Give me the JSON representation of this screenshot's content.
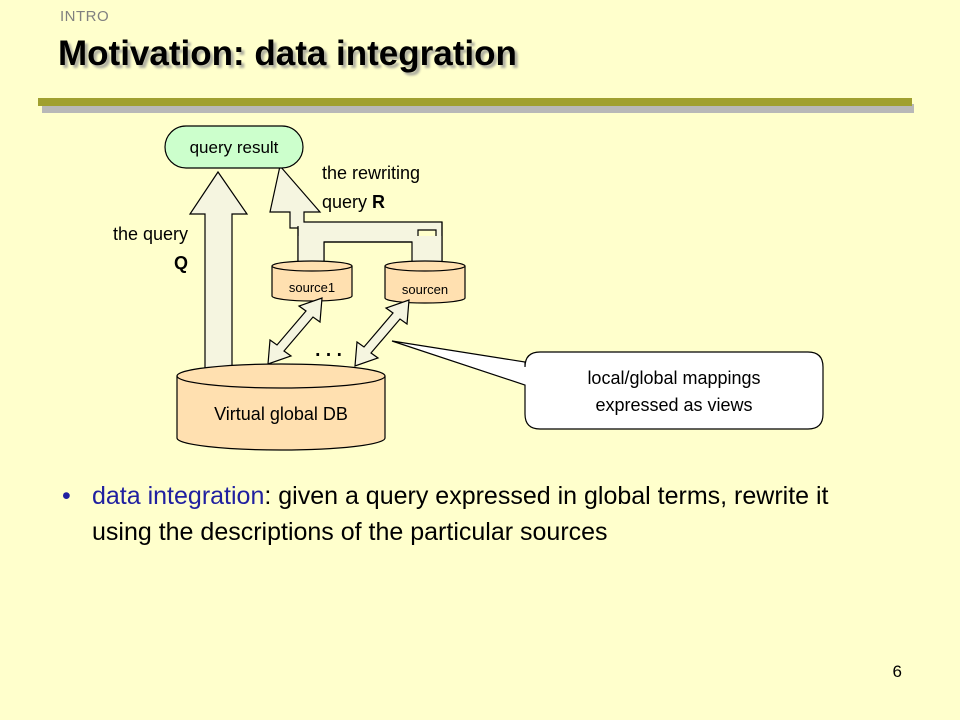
{
  "slide": {
    "section_label": "INTRO",
    "title": "Motivation: data integration",
    "page_number": "6"
  },
  "diagram": {
    "query_result": "query result",
    "rewriting_line1": "the rewriting",
    "rewriting_line2_prefix": "query ",
    "rewriting_symbol": "R",
    "query_line1": "the query",
    "query_symbol": "Q",
    "source_first": "source1",
    "source_last": "sourcen",
    "ellipsis": "...",
    "global_db": "Virtual global DB",
    "mappings_line1": "local/global mappings",
    "mappings_line2": "expressed as views",
    "colors": {
      "db_fill": "#ffe0b0",
      "result_fill": "#ccffcc",
      "arrow_fill": "#f5f5e0"
    }
  },
  "bullet": {
    "term": "data integration",
    "text": ": given a query expressed in global terms, rewrite it using the descriptions of the particular sources"
  }
}
